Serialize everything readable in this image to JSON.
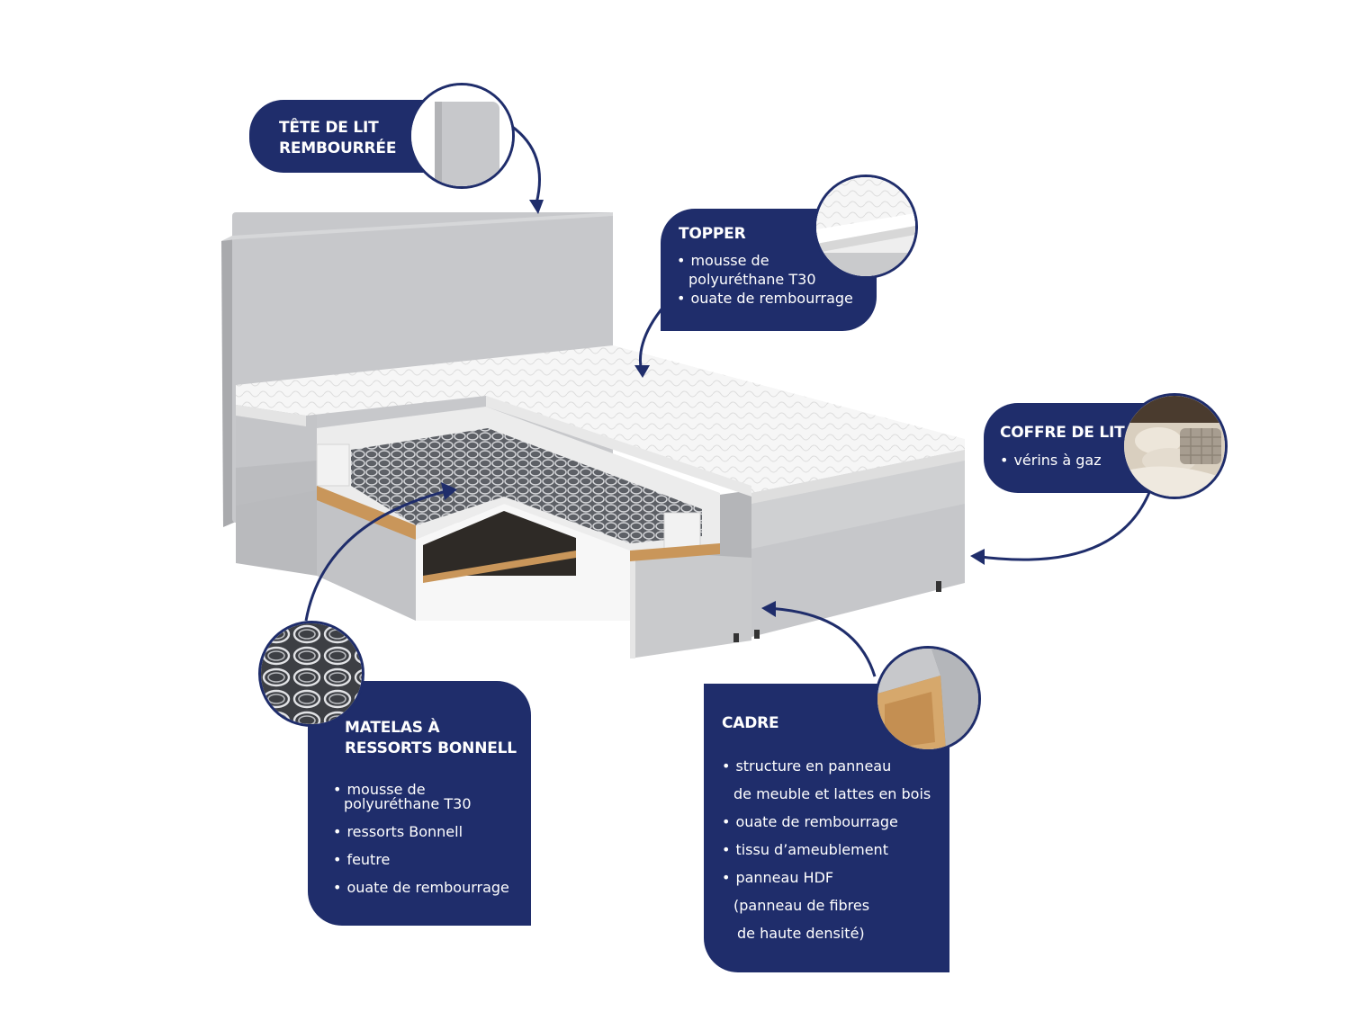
{
  "headboard": {
    "title": [
      "TÊTE DE LIT",
      "REMBOURRÉE"
    ]
  },
  "topper": {
    "title": "TOPPER",
    "items": [
      "mousse de",
      "polyuréthane T30",
      "ouate de rembourrage"
    ]
  },
  "storage": {
    "title": "COFFRE DE LIT",
    "items": [
      "vérins à gaz"
    ]
  },
  "mattress": {
    "title": [
      "MATELAS À",
      "RESSORTS BONNELL"
    ],
    "items": [
      "mousse de",
      "polyuréthane T30",
      "ressorts Bonnell",
      "feutre",
      "ouate de rembourrage"
    ]
  },
  "frame": {
    "title": "CADRE",
    "items": [
      "structure en panneau",
      "de meuble et lattes en bois",
      "ouate de rembourrage",
      "tissu d’ameublement",
      "panneau HDF",
      "(panneau de fibres",
      "de haute densité)"
    ]
  },
  "colors": {
    "panel": "#1f2d6b",
    "fabric": "#c9cacc",
    "topper": "#f4f4f4",
    "wood": "#c9965a"
  }
}
